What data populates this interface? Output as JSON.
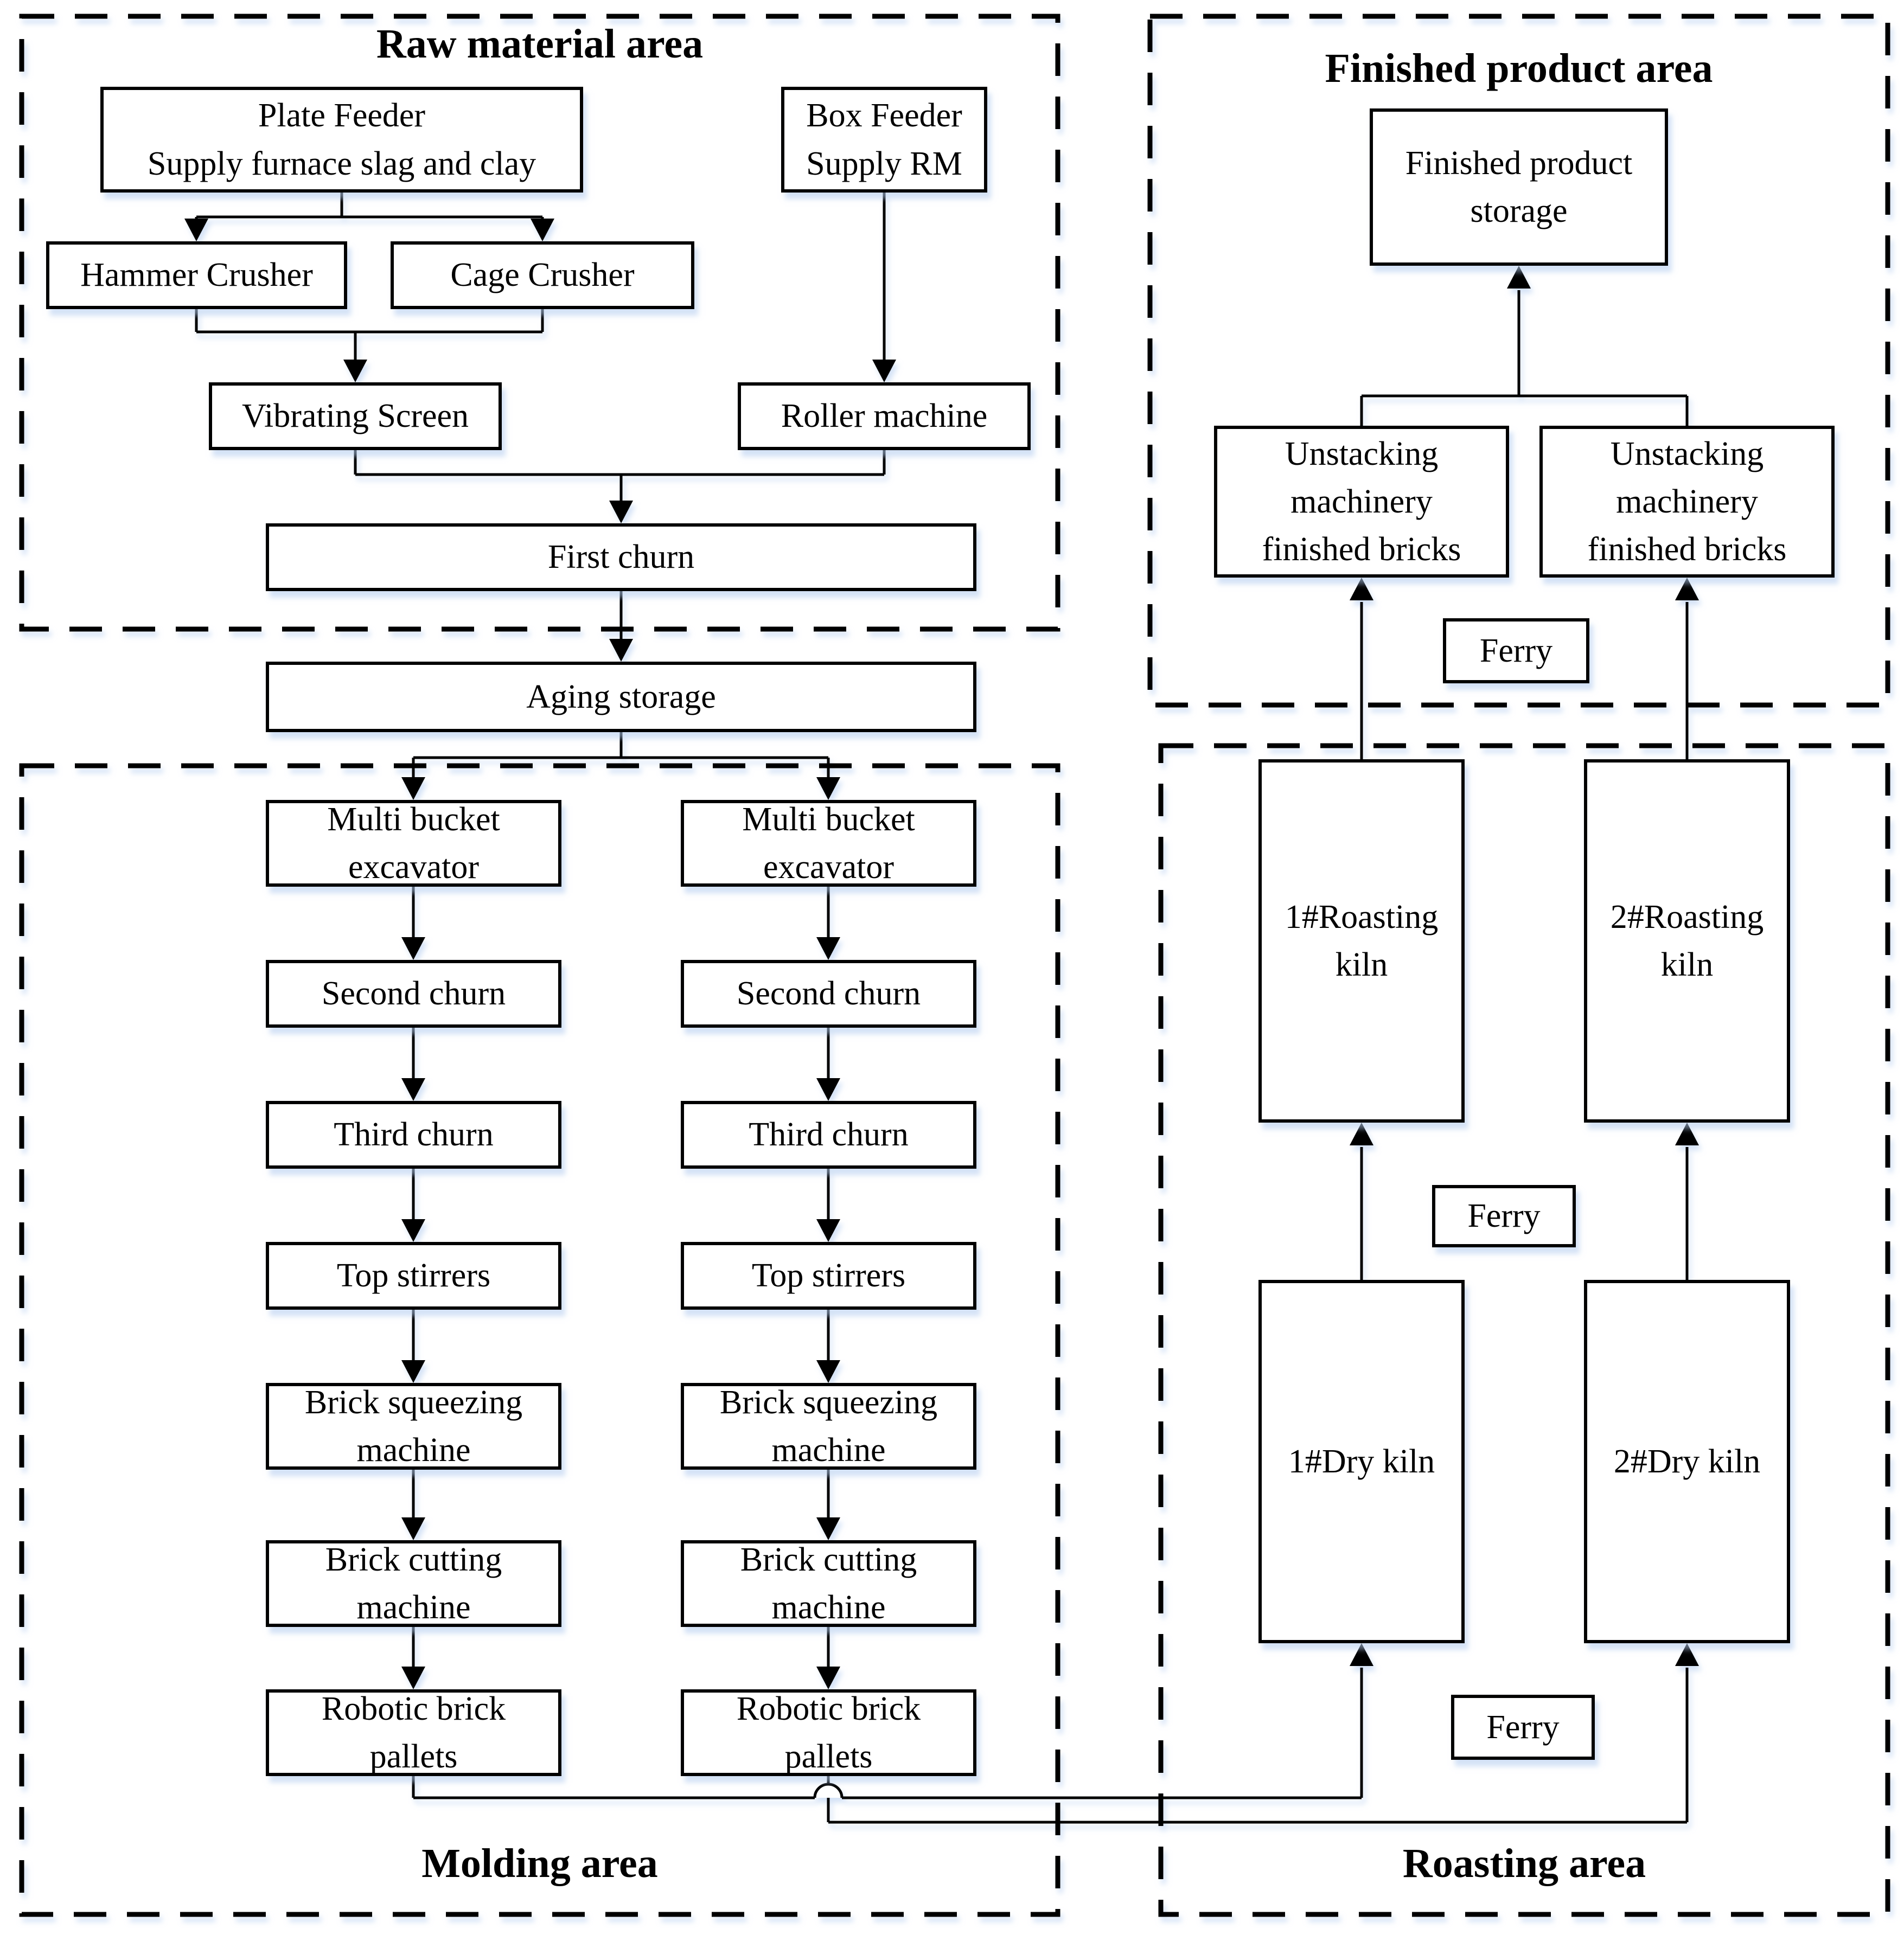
{
  "areas": {
    "raw_material": {
      "title": "Raw material area",
      "plate_feeder": {
        "line1": "Plate Feeder",
        "line2": "Supply furnace slag and clay"
      },
      "box_feeder": {
        "line1": "Box Feeder",
        "line2": "Supply RM"
      },
      "hammer_crusher": "Hammer Crusher",
      "cage_crusher": "Cage Crusher",
      "vibrating_screen": "Vibrating Screen",
      "roller_machine": "Roller machine",
      "first_churn": "First churn"
    },
    "transfer": {
      "aging_storage": "Aging storage"
    },
    "molding": {
      "title": "Molding area",
      "left_line": {
        "multi_bucket_excavator": {
          "line1": "Multi bucket",
          "line2": "excavator"
        },
        "second_churn": "Second churn",
        "third_churn": "Third churn",
        "top_stirrers": "Top stirrers",
        "brick_squeezing_machine": {
          "line1": "Brick squeezing",
          "line2": "machine"
        },
        "brick_cutting_machine": {
          "line1": "Brick cutting",
          "line2": "machine"
        },
        "robotic_brick_pallets": {
          "line1": "Robotic brick",
          "line2": "pallets"
        }
      },
      "right_line": {
        "multi_bucket_excavator": {
          "line1": "Multi bucket",
          "line2": "excavator"
        },
        "second_churn": "Second churn",
        "third_churn": "Third churn",
        "top_stirrers": "Top stirrers",
        "brick_squeezing_machine": {
          "line1": "Brick squeezing",
          "line2": "machine"
        },
        "brick_cutting_machine": {
          "line1": "Brick cutting",
          "line2": "machine"
        },
        "robotic_brick_pallets": {
          "line1": "Robotic brick",
          "line2": "pallets"
        }
      }
    },
    "finished_product": {
      "title": "Finished product area",
      "storage": {
        "line1": "Finished product",
        "line2": "storage"
      },
      "unstacking_left": {
        "line1": "Unstacking",
        "line2": "machinery",
        "line3": "finished bricks"
      },
      "unstacking_right": {
        "line1": "Unstacking",
        "line2": "machinery",
        "line3": "finished bricks"
      },
      "ferry": "Ferry"
    },
    "roasting": {
      "title": "Roasting area",
      "roasting_kiln_1": {
        "line1": "1#Roasting",
        "line2": "kiln"
      },
      "roasting_kiln_2": {
        "line1": "2#Roasting",
        "line2": "kiln"
      },
      "dry_kiln_1": "1#Dry kiln",
      "dry_kiln_2": "2#Dry kiln",
      "ferry_upper": "Ferry",
      "ferry_lower": "Ferry"
    }
  },
  "colors": {
    "line": "#000000",
    "box_border": "#000000",
    "text": "#000000",
    "background": "#ffffff"
  }
}
